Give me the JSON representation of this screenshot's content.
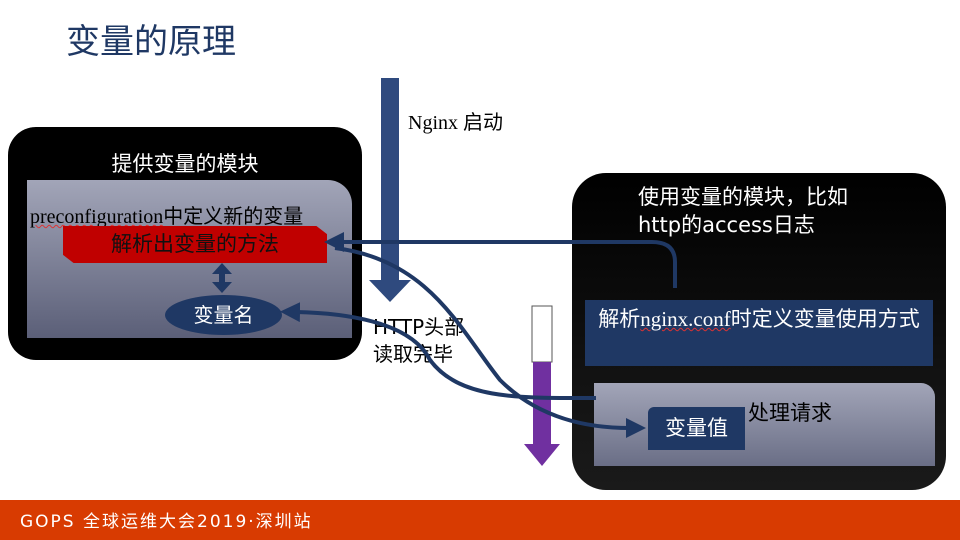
{
  "title": "变量的原理",
  "left_module": {
    "title": "提供变量的模块",
    "preconfiguration_prefix": "preconfiguration",
    "preconfiguration_suffix": "中定义新的变量",
    "parse_method": "解析出变量的方法",
    "variable_name": "变量名"
  },
  "timeline": {
    "nginx_start": "Nginx 启动",
    "http_header_line1": "HTTP头部",
    "http_header_line2": "读取完毕"
  },
  "right_module": {
    "title_line1": "使用变量的模块，比如",
    "title_line2": "http的access日志",
    "parse_conf_prefix": "解析",
    "parse_conf_code": "nginx.conf",
    "parse_conf_suffix": "时定义变量使用方式",
    "process_request": "处理请求",
    "variable_value": "变量值"
  },
  "colors": {
    "navy": "#1f3864",
    "red": "#c00000",
    "purple": "#7030a0",
    "footer": "#d83b01"
  },
  "footer": {
    "text": "GOPS 全球运维大会2019·深圳站"
  }
}
